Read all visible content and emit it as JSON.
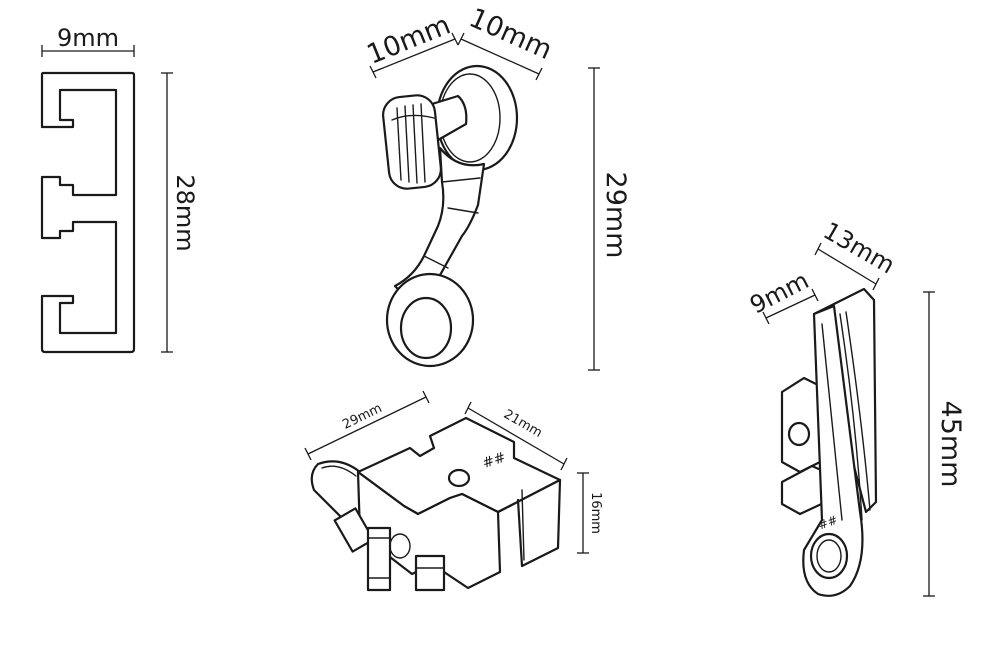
{
  "colors": {
    "line": "#1a1a1a",
    "background": "#ffffff"
  },
  "parts": {
    "track_profile": {
      "width_label": "9mm",
      "height_label": "28mm"
    },
    "hook_glider": {
      "width_left_label": "10mm",
      "width_right_label": "10mm",
      "height_label": "29mm"
    },
    "end_stop": {
      "length_label": "29mm",
      "depth_label": "21mm",
      "height_label": "16mm"
    },
    "overlap_arm": {
      "width_label": "9mm",
      "depth_label": "13mm",
      "height_label": "45mm"
    }
  }
}
